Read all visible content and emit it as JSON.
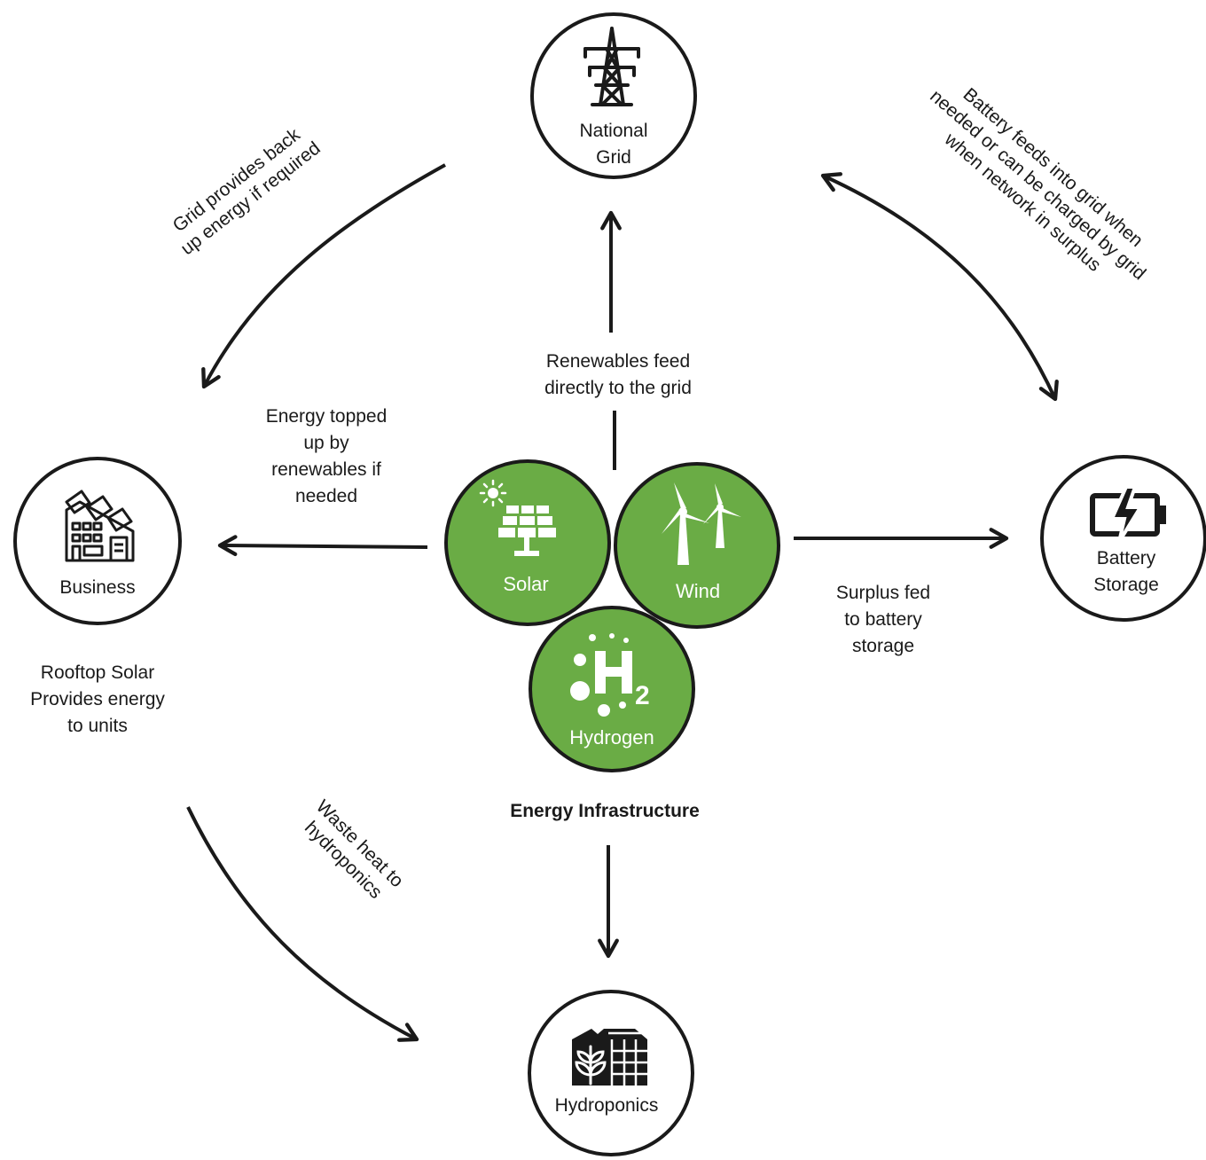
{
  "nodes": {
    "national_grid": {
      "label": "National\nGrid",
      "icon": "transmission-tower-icon"
    },
    "business": {
      "label": "Business",
      "icon": "factory-solar-roof-icon"
    },
    "battery": {
      "label": "Battery\nStorage",
      "icon": "battery-charging-icon"
    },
    "hydroponics": {
      "label": "Hydroponics",
      "icon": "greenhouse-plant-icon"
    }
  },
  "sources": {
    "solar": {
      "label": "Solar",
      "icon": "solar-panel-icon"
    },
    "wind": {
      "label": "Wind",
      "icon": "wind-turbine-icon"
    },
    "hydrogen": {
      "label": "Hydrogen",
      "icon": "hydrogen-h2-icon"
    }
  },
  "infrastructure_title": "Energy Infrastructure",
  "flows": {
    "renewables_to_grid": "Renewables feed\ndirectly to the grid",
    "grid_to_business": "Grid provides back\nup energy if required",
    "battery_grid": "Battery feeds into grid when\nneeded or can be charged by grid\nwhen network in surplus",
    "renewables_to_business": "Energy topped\nup by\nrenewables if\nneeded",
    "surplus_to_battery": "Surplus fed\nto battery\nstorage",
    "rooftop_solar": "Rooftop Solar\nProvides energy\nto units",
    "waste_heat": "Waste heat to\nhydroponics"
  },
  "colors": {
    "green": "#6aac45",
    "stroke": "#1a1a1a",
    "background": "#ffffff"
  }
}
